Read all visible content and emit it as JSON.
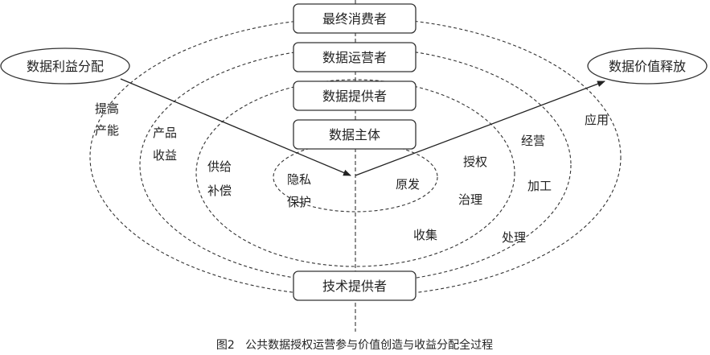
{
  "boxes": {
    "final_consumer": "最终消费者",
    "data_operator": "数据运营者",
    "data_provider": "数据提供者",
    "data_subject": "数据主体",
    "tech_provider": "技术提供者"
  },
  "ovals": {
    "benefit_distribution": "数据利益分配",
    "value_release": "数据价值释放"
  },
  "labels": {
    "tigao": "提高",
    "chanen": "产能",
    "chanpin": "产品",
    "shouyi": "收益",
    "gongji": "供给",
    "buchang": "补偿",
    "yinsi": "隐私",
    "baohu": "保护",
    "yuanfa": "原发",
    "shouquan": "授权",
    "zhili": "治理",
    "shouji": "收集",
    "jingying": "经营",
    "jiagong": "加工",
    "chuli": "处理",
    "yingyong": "应用"
  },
  "caption": "图2   公共数据授权运营参与价值创造与收益分配全过程"
}
